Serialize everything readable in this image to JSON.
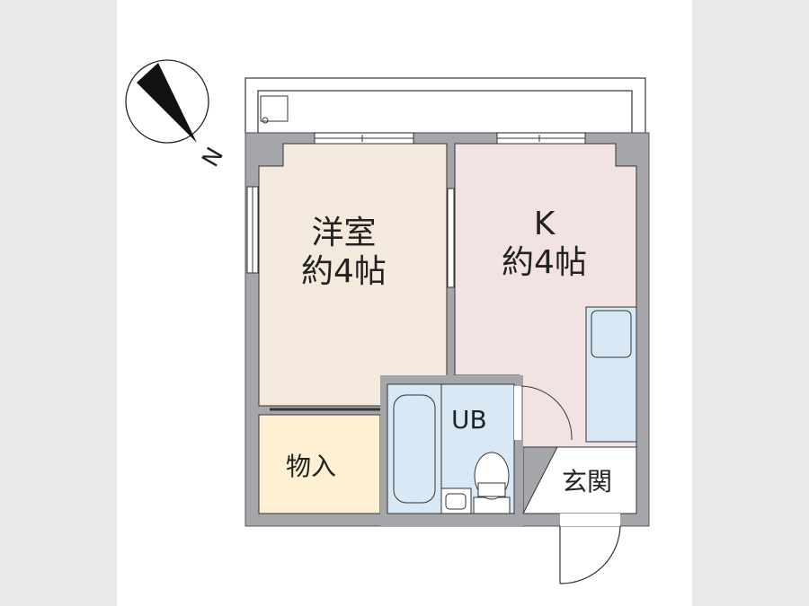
{
  "rooms": {
    "western": {
      "name": "洋室",
      "size": "約4帖"
    },
    "kitchen": {
      "name": "K",
      "size": "約4帖"
    },
    "storage": {
      "name": "物入"
    },
    "bath": {
      "name": "UB"
    },
    "entrance": {
      "name": "玄関"
    }
  },
  "compass": {
    "label": "N"
  },
  "colors": {
    "wall": "#a4a6a9",
    "western": "#f3e9dc",
    "kitchen": "#f2e2e2",
    "storage": "#fdf0d3",
    "bath": "#d8e8f4"
  }
}
